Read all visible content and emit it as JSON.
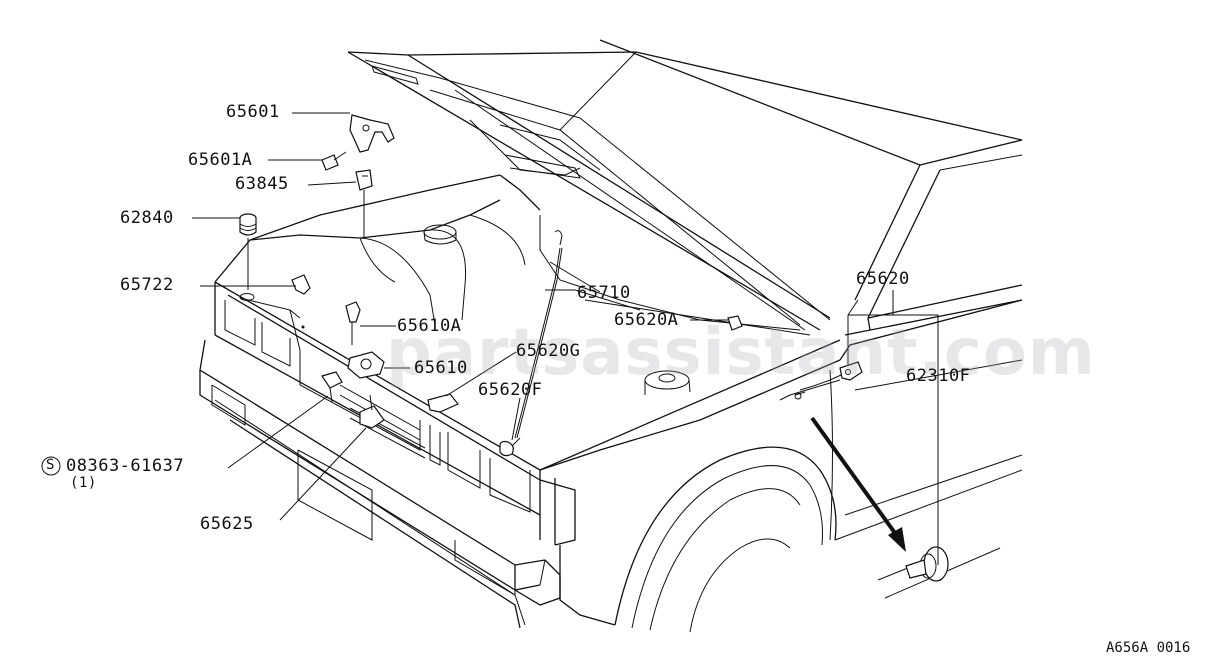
{
  "diagram": {
    "watermark": "partsassistant.com",
    "code": "A656A 0016",
    "labels": {
      "p65601": "65601",
      "p65601A": "65601A",
      "p63845": "63845",
      "p62840": "62840",
      "p65722": "65722",
      "p65610A": "65610A",
      "p65710": "65710",
      "p65620A": "65620A",
      "p65620": "65620",
      "p65610": "65610",
      "p65620G": "65620G",
      "p65620F": "65620F",
      "p62310F": "62310F",
      "p08363": "08363-61637",
      "p08363_qty": "(1)",
      "p65625": "65625",
      "screw_symbol": "S"
    },
    "colors": {
      "ink": "#111111",
      "background": "#ffffff"
    }
  }
}
